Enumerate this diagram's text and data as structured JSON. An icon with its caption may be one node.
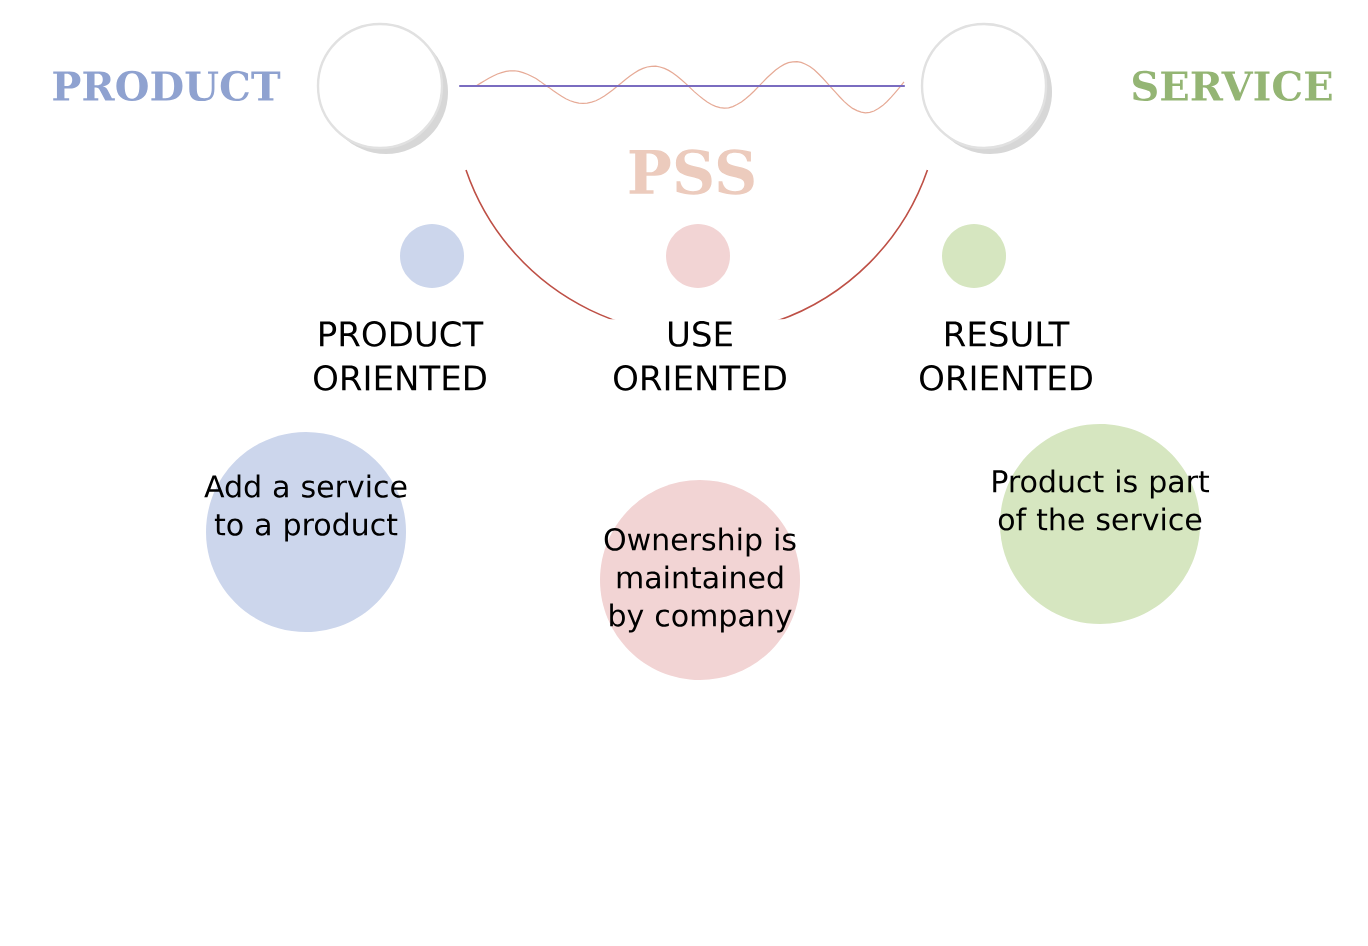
{
  "diagram": {
    "nodes": [
      {
        "text": [],
        "shape": "circle",
        "beside": [
          "PRODUCT"
        ]
      },
      {
        "text": [],
        "shape": "circle",
        "beside": [
          "SERVICE"
        ]
      },
      {
        "text": [],
        "shape": "circle",
        "beside": [
          "PRODUCT ORIENTED"
        ]
      },
      {
        "text": [],
        "shape": "circle",
        "beside": [
          "USE ORIENTED"
        ]
      },
      {
        "text": [],
        "shape": "circle",
        "beside": [
          "RESULT ORIENTED"
        ]
      },
      {
        "text": [
          "Add a service to a product"
        ]
      },
      {
        "text": [
          "Ownership is maintained by company"
        ]
      },
      {
        "text": [
          "Product is part of the service"
        ]
      }
    ],
    "edges": [
      {
        "from": 0,
        "to": 1,
        "arrow": "none",
        "color": "#7a6cc0"
      }
    ],
    "labels": [
      "PSS"
    ]
  }
}
